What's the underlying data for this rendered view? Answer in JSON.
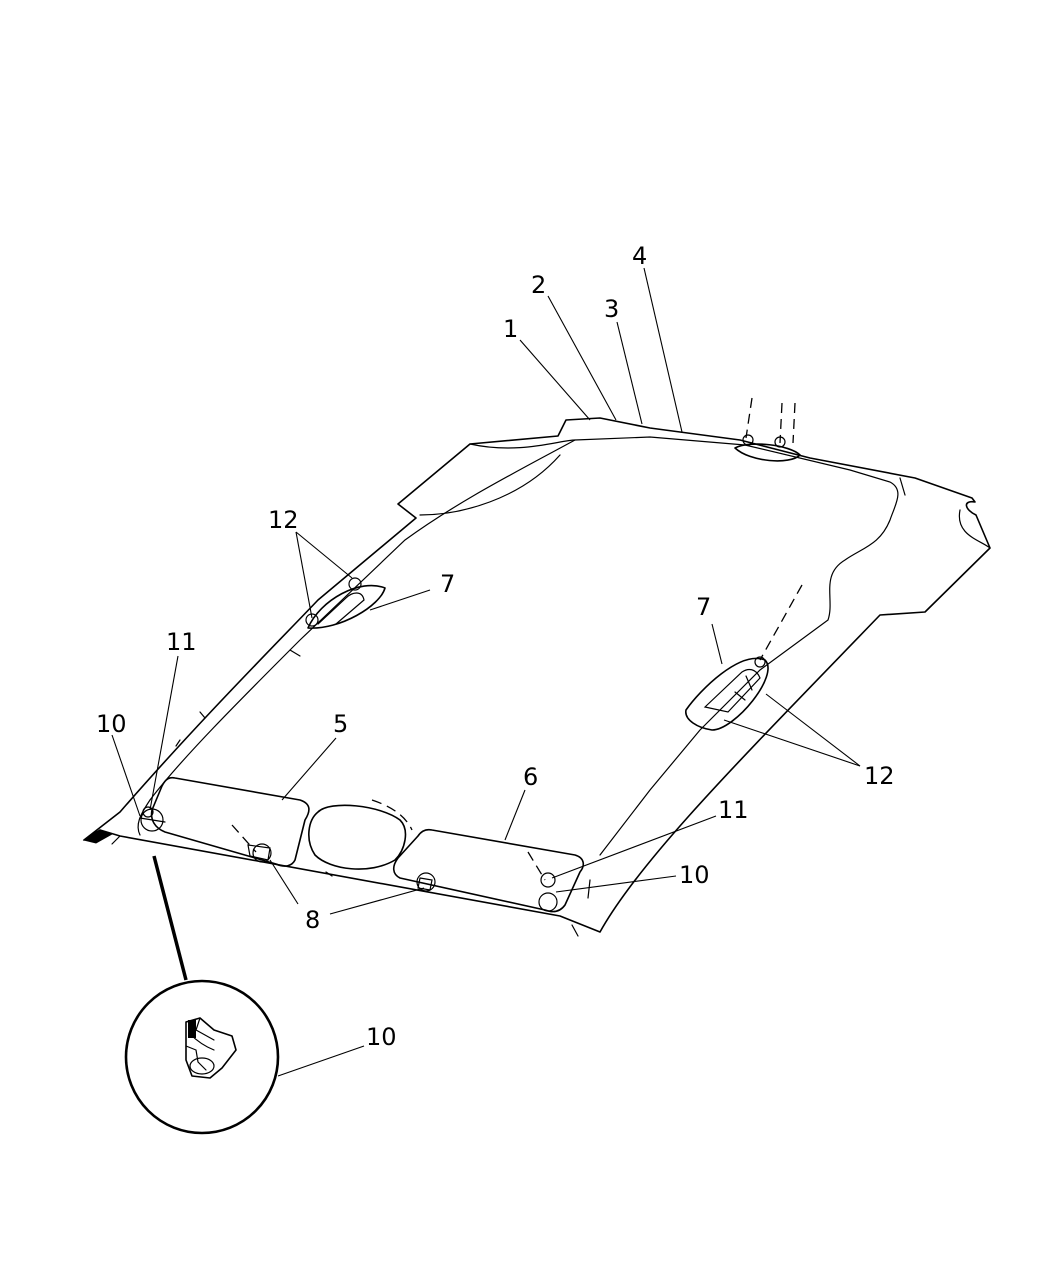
{
  "diagram": {
    "callouts": [
      {
        "id": "c1",
        "text": "1"
      },
      {
        "id": "c2",
        "text": "2"
      },
      {
        "id": "c3",
        "text": "3"
      },
      {
        "id": "c4",
        "text": "4"
      },
      {
        "id": "c12a",
        "text": "12"
      },
      {
        "id": "c7a",
        "text": "7"
      },
      {
        "id": "c7b",
        "text": "7"
      },
      {
        "id": "c11a",
        "text": "11"
      },
      {
        "id": "c10a",
        "text": "10"
      },
      {
        "id": "c5",
        "text": "5"
      },
      {
        "id": "c6",
        "text": "6"
      },
      {
        "id": "c11b",
        "text": "11"
      },
      {
        "id": "c10b",
        "text": "10"
      },
      {
        "id": "c12b",
        "text": "12"
      },
      {
        "id": "c8",
        "text": "8"
      },
      {
        "id": "c10c",
        "text": "10"
      }
    ]
  }
}
